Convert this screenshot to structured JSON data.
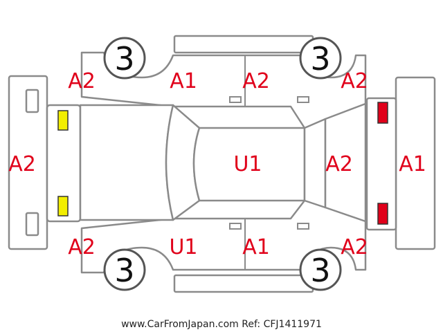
{
  "damage_codes": {
    "front_bumper": "A2",
    "front_left_corner": "A2",
    "front_left_door": "A1",
    "rear_left_door": "A2",
    "rear_left_corner": "A2",
    "roof": "U1",
    "rear_glass_panel": "A2",
    "rear_bumper": "A1",
    "front_right_corner": "A2",
    "front_right_door": "U1",
    "rear_right_door": "A1",
    "rear_right_corner": "A2"
  },
  "tires": {
    "front_left": "3",
    "rear_left": "3",
    "front_right": "3",
    "rear_right": "3"
  },
  "indicators": {
    "front_lights_color": "#f2ee00",
    "rear_lights_color": "#e0001a"
  },
  "footer": {
    "watermark": "www.CarFromJapan.com Ref: CFJ1411971"
  }
}
